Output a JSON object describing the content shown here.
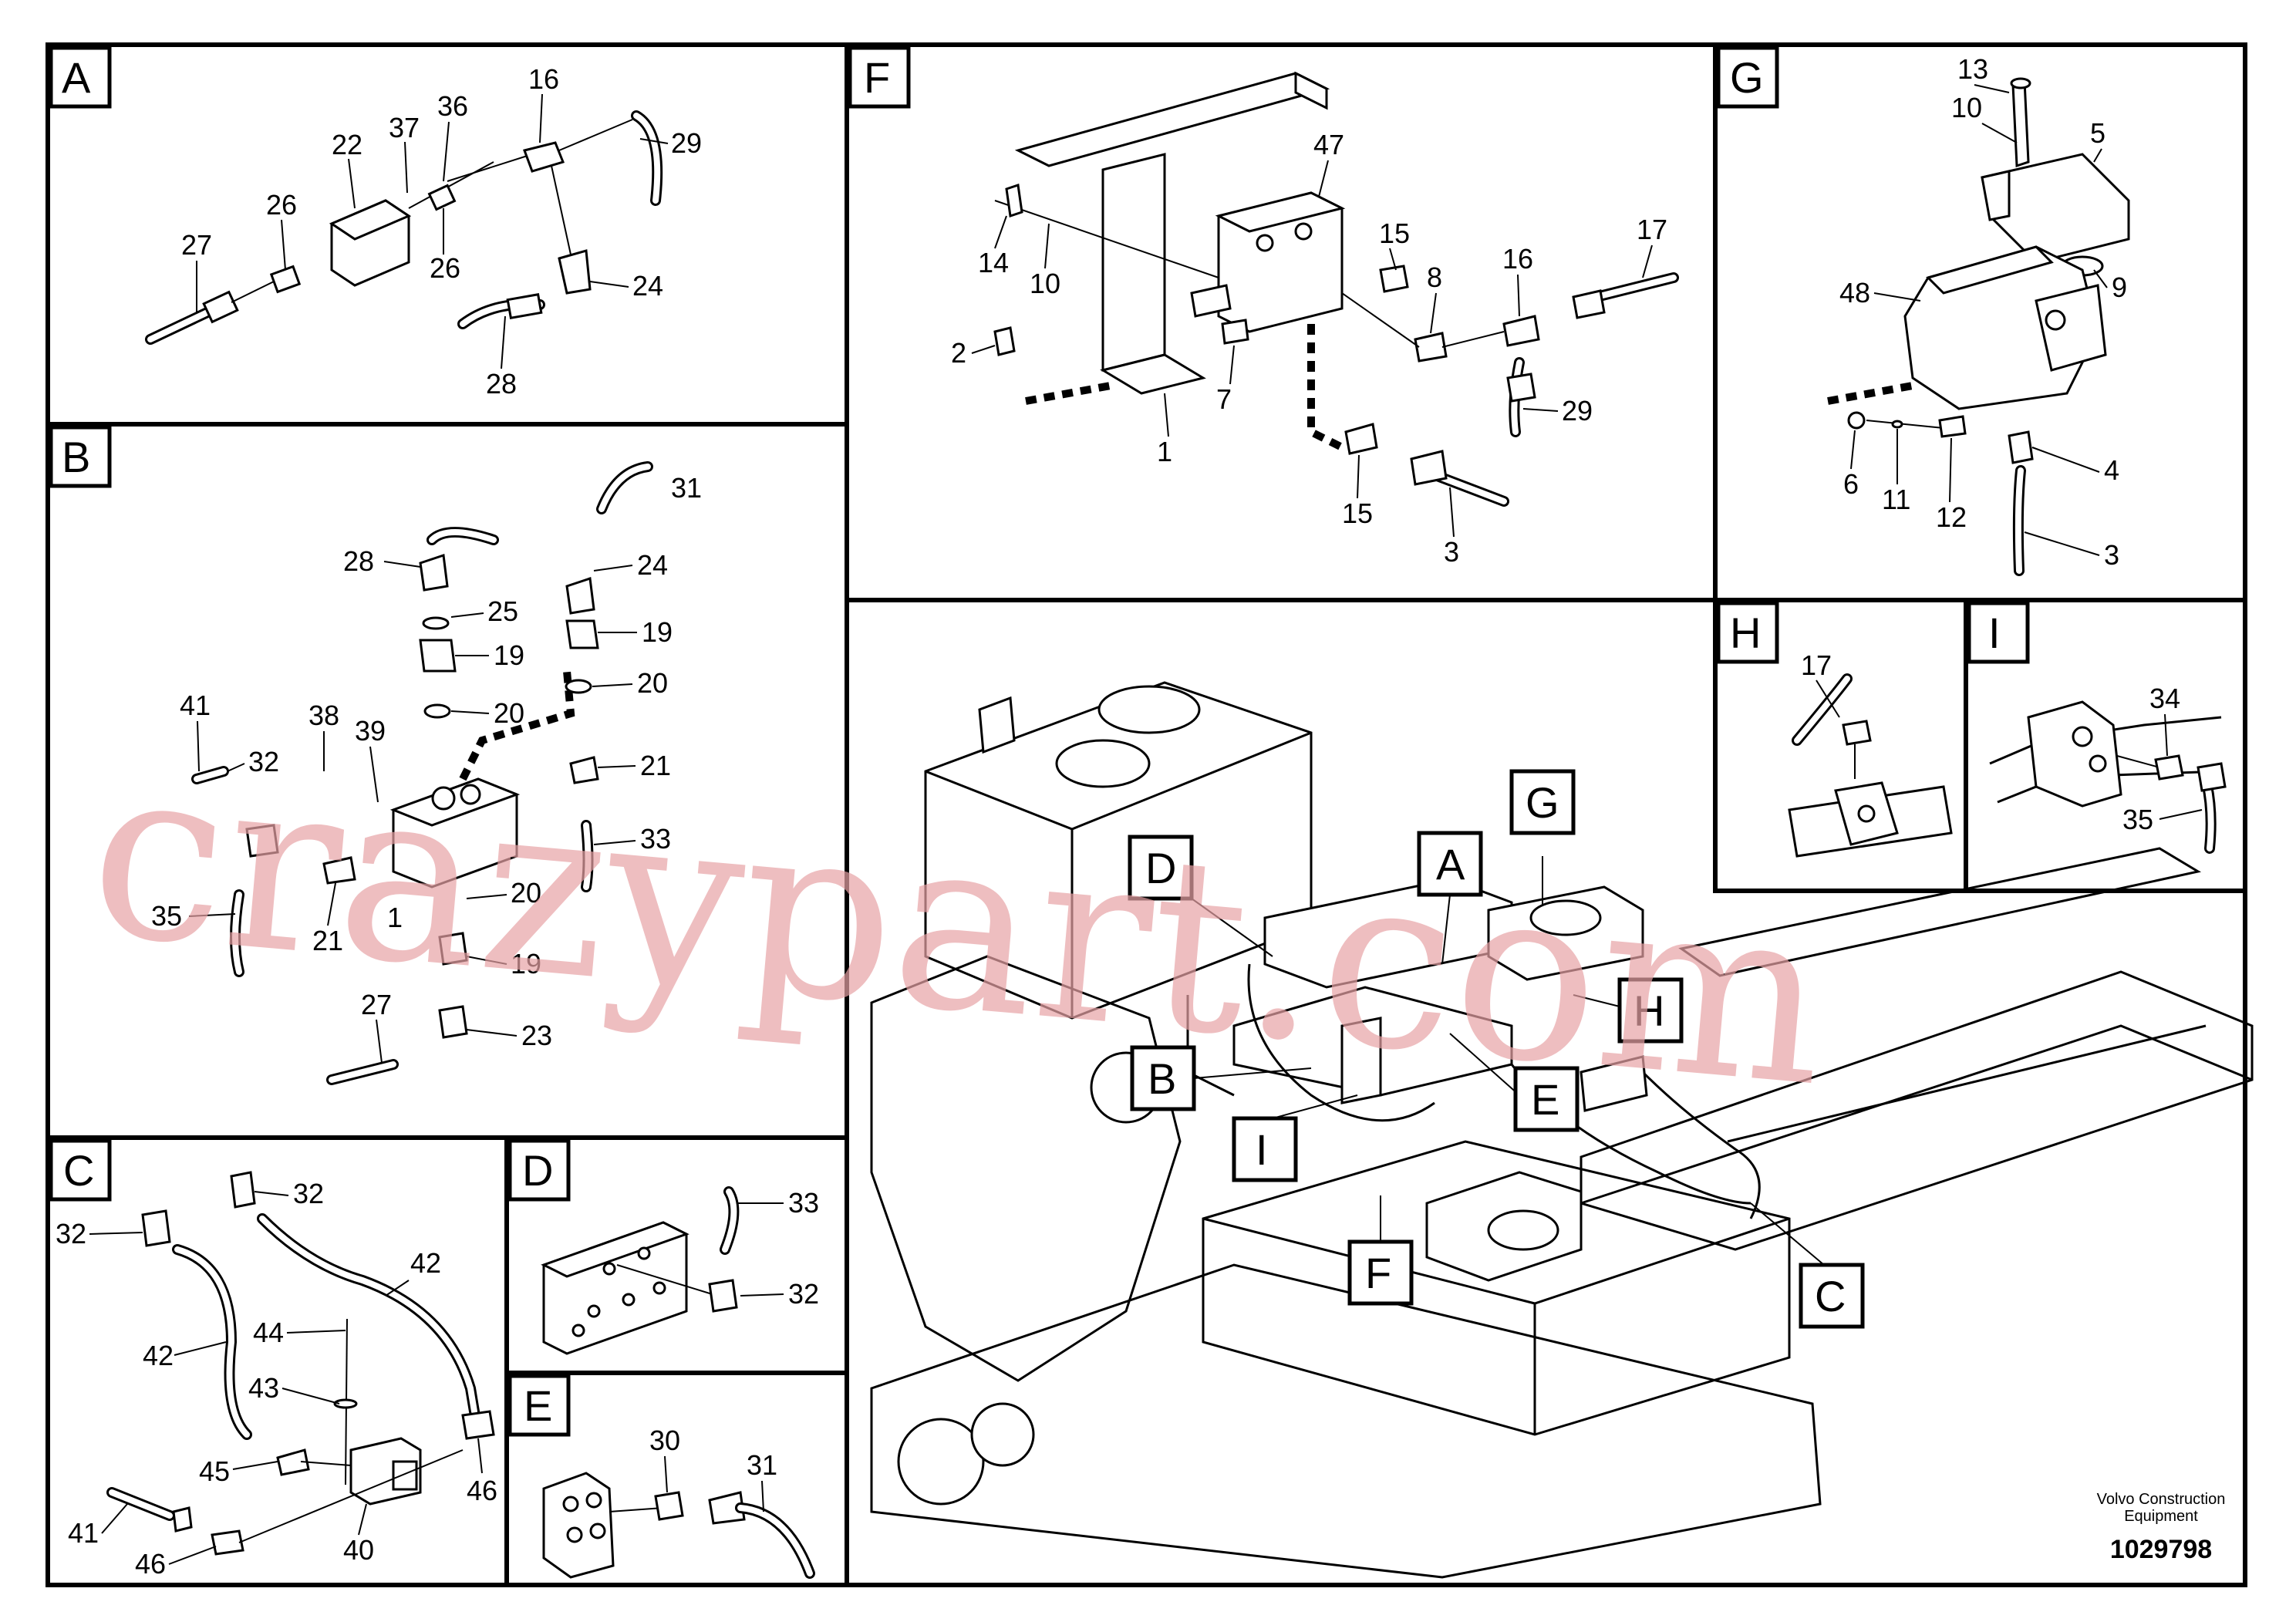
{
  "panels": {
    "A": {
      "letter": "A",
      "callouts": [
        "16",
        "36",
        "37",
        "22",
        "29",
        "26",
        "27",
        "26",
        "24",
        "28"
      ]
    },
    "B": {
      "letter": "B",
      "callouts": [
        "31",
        "28",
        "24",
        "25",
        "19",
        "19",
        "20",
        "20",
        "41",
        "38",
        "39",
        "32",
        "21",
        "33",
        "35",
        "21",
        "20",
        "19",
        "27",
        "23",
        "1"
      ]
    },
    "C": {
      "letter": "C",
      "callouts": [
        "32",
        "32",
        "42",
        "42",
        "44",
        "43",
        "45",
        "46",
        "41",
        "46",
        "40"
      ]
    },
    "D": {
      "letter": "D",
      "callouts": [
        "33",
        "32"
      ]
    },
    "E": {
      "letter": "E",
      "callouts": [
        "30",
        "31"
      ]
    },
    "F": {
      "letter": "F",
      "callouts": [
        "47",
        "15",
        "17",
        "14",
        "10",
        "8",
        "16",
        "2",
        "7",
        "29",
        "1",
        "15",
        "3"
      ]
    },
    "G": {
      "letter": "G",
      "callouts": [
        "13",
        "10",
        "5",
        "9",
        "48",
        "4",
        "6",
        "11",
        "12",
        "3"
      ]
    },
    "H": {
      "letter": "H",
      "callouts": [
        "17"
      ]
    },
    "I": {
      "letter": "I",
      "callouts": [
        "34",
        "35"
      ]
    }
  },
  "overview_labels": [
    "D",
    "A",
    "G",
    "H",
    "B",
    "E",
    "I",
    "F",
    "C"
  ],
  "footer": {
    "company_line1": "Volvo Construction",
    "company_line2": "Equipment",
    "part_number": "1029798"
  },
  "watermark": "crazypart.com",
  "colors": {
    "watermark": "#e8a3a6",
    "line": "#000000",
    "background": "#ffffff"
  }
}
